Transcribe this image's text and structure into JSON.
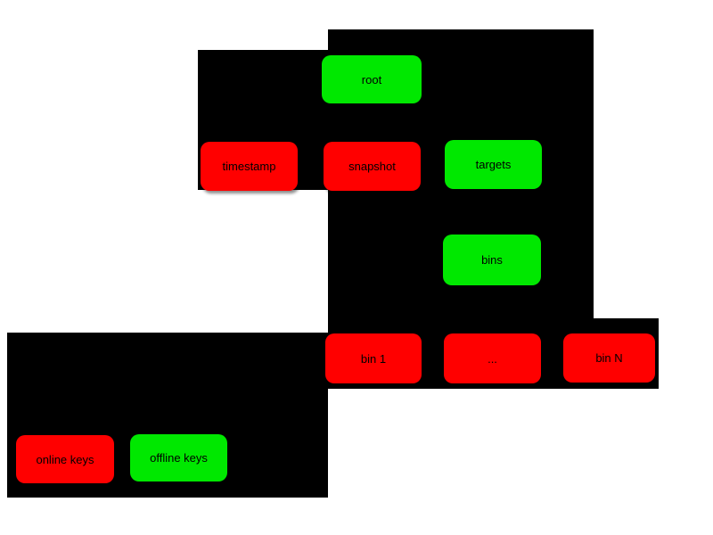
{
  "labels": {
    "root": "root",
    "timestamp": "timestamp",
    "snapshot": "snapshot",
    "targets": "targets",
    "bins": "bins",
    "bin_1": "bin 1",
    "ellipsis": "...",
    "bin_n": "bin N",
    "online_keys": "online keys",
    "offline_keys": "offline keys"
  },
  "colors": {
    "red_node": "#ff0000",
    "green_node": "#00e800",
    "panel_background": "#000000",
    "page_background": "#ffffff",
    "node_text": "#000000"
  }
}
